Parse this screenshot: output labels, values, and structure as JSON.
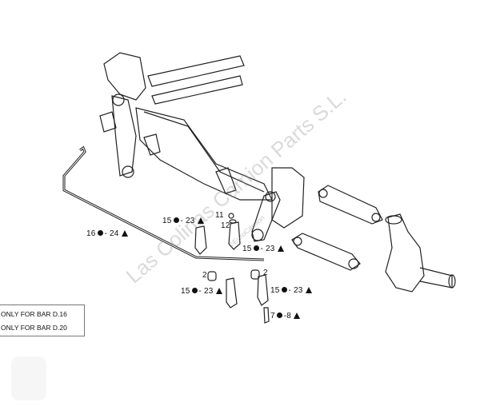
{
  "callouts": [
    {
      "id": "stabilizer-bar",
      "a": "16",
      "b": "24"
    },
    {
      "id": "link-left-upper",
      "a": "15",
      "b": "23"
    },
    {
      "id": "link-right-upper",
      "a": "15",
      "b": "23"
    },
    {
      "id": "link-left-lower",
      "a": "15",
      "b": "23"
    },
    {
      "id": "link-right-lower",
      "a": "15",
      "b": "23"
    },
    {
      "id": "bolt",
      "a": "7",
      "b": "8"
    }
  ],
  "single_labels": {
    "nut": "11",
    "washer": "12",
    "bushing_left": "2",
    "bushing_right": "2"
  },
  "legend": {
    "line1": "ONLY FOR BAR D.16",
    "line2": "ONLY FOR BAR D.20"
  },
  "watermark": {
    "main": "Las Colinas Camion Parts S.L.",
    "sub": "©EuroCamion"
  }
}
